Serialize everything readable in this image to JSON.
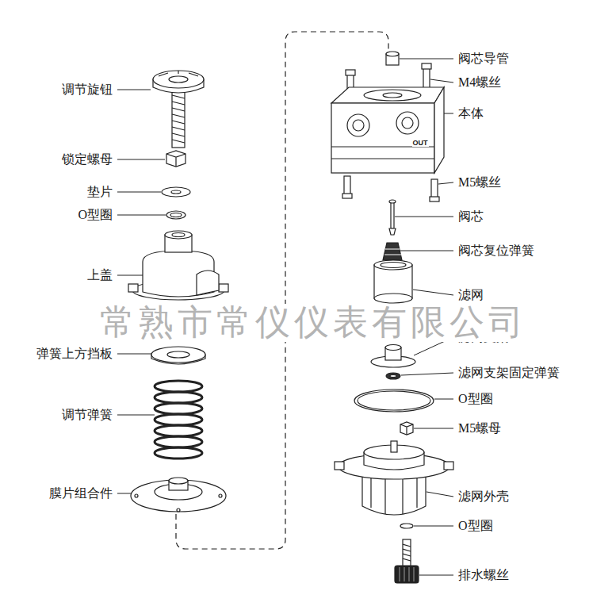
{
  "diagram": {
    "labels": [
      "调节旋钮",
      "锁定螺母",
      "垫片",
      "O型圈",
      "上盖",
      "弹簧上方挡板",
      "调节弹簧",
      "膜片组合件",
      "阀芯导管",
      "M4螺丝",
      "本体",
      "M5螺丝",
      "阀芯",
      "阀芯复位弹簧",
      "滤网",
      "滤网支架",
      "滤网支架固定弹簧",
      "O型圈",
      "M5螺母",
      "滤网外壳",
      "O型圈",
      "排水螺丝",
      "常熟市常仪仪表有限公司",
      "OUT"
    ]
  }
}
